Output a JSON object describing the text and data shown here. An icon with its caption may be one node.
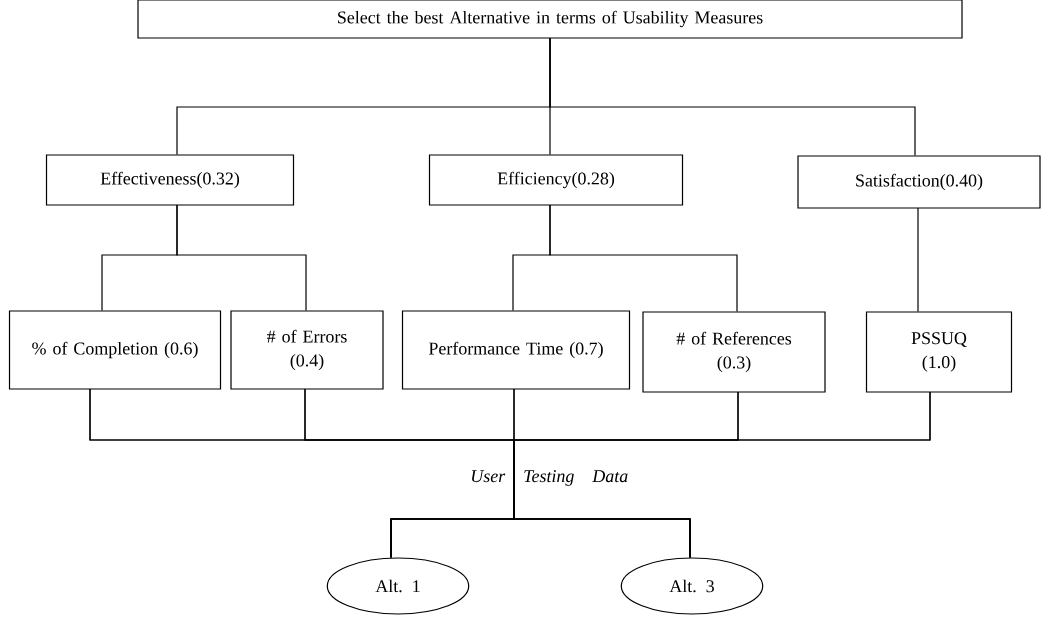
{
  "diagram": {
    "nodes": [
      {
        "text": [
          "Select the best Alternative in terms of Usability Measures"
        ]
      },
      {
        "text": [
          "Effectiveness(0.32)"
        ]
      },
      {
        "text": [
          "Efficiency(0.28)"
        ]
      },
      {
        "text": [
          "Satisfaction(0.40)"
        ]
      },
      {
        "text": [
          "% of Completion (0.6)"
        ]
      },
      {
        "text": [
          "# of Errors (0.4)"
        ]
      },
      {
        "text": [
          "Performance Time (0.7)"
        ]
      },
      {
        "text": [
          "# of References (0.3)"
        ]
      },
      {
        "text": [
          "PSSUQ (1.0)"
        ]
      },
      {
        "text": [
          "Alt. 1"
        ]
      },
      {
        "text": [
          "Alt. 3"
        ]
      }
    ],
    "edges": [
      {
        "from": 0,
        "to": 1,
        "arrow": "none"
      },
      {
        "from": 0,
        "to": 2,
        "arrow": "none"
      },
      {
        "from": 0,
        "to": 3,
        "arrow": "none"
      },
      {
        "from": 1,
        "to": 4,
        "arrow": "none"
      },
      {
        "from": 1,
        "to": 5,
        "arrow": "none"
      },
      {
        "from": 2,
        "to": 6,
        "arrow": "none"
      },
      {
        "from": 2,
        "to": 7,
        "arrow": "none"
      },
      {
        "from": 3,
        "to": 8,
        "arrow": "none"
      },
      {
        "from": 4,
        "to": 9,
        "arrow": "none"
      },
      {
        "from": 5,
        "to": 9,
        "arrow": "none"
      },
      {
        "from": 6,
        "to": 9,
        "arrow": "none"
      },
      {
        "from": 7,
        "to": 9,
        "arrow": "none"
      },
      {
        "from": 8,
        "to": 9,
        "arrow": "none"
      },
      {
        "from": 4,
        "to": 10,
        "arrow": "none"
      },
      {
        "from": 5,
        "to": 10,
        "arrow": "none"
      },
      {
        "from": 6,
        "to": 10,
        "arrow": "none"
      },
      {
        "from": 7,
        "to": 10,
        "arrow": "none"
      },
      {
        "from": 8,
        "to": 10,
        "arrow": "none"
      }
    ],
    "labels": [
      "User Testing Data"
    ]
  }
}
